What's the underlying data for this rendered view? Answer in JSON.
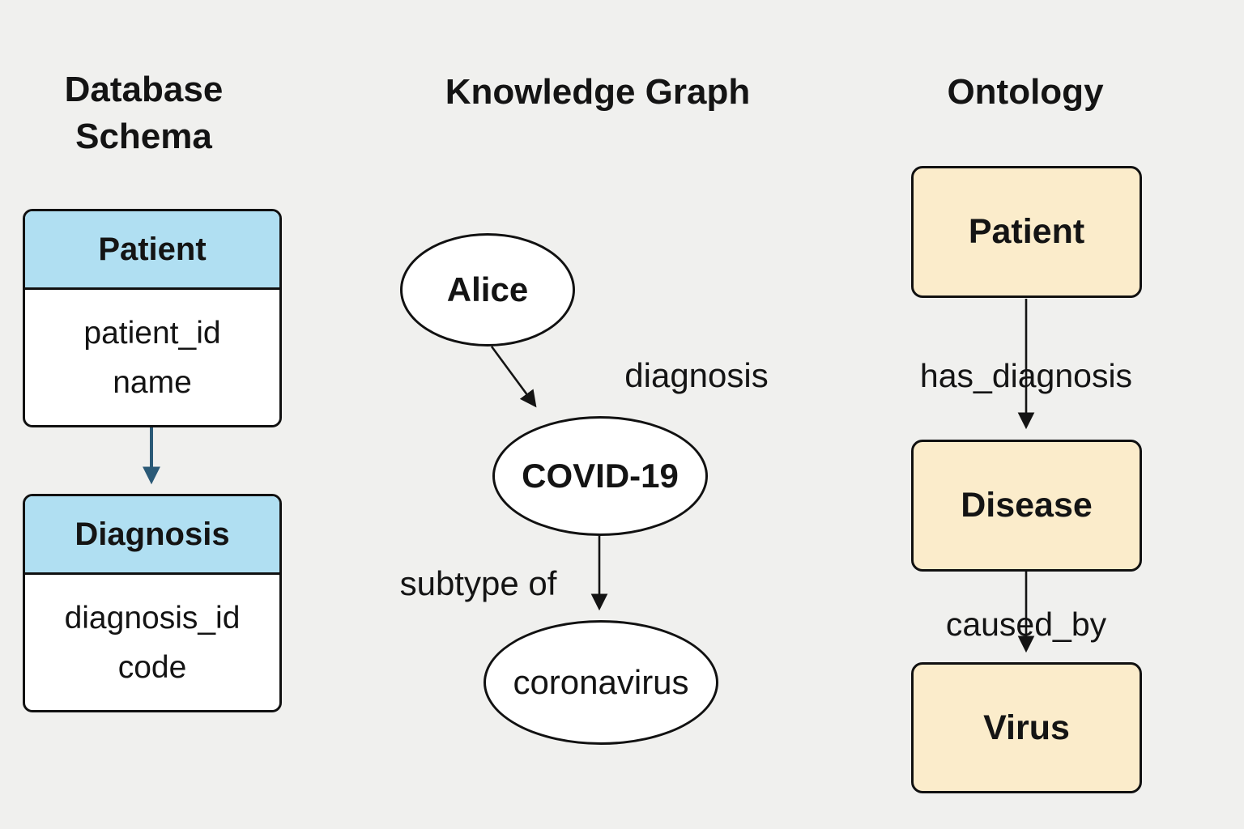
{
  "columns": {
    "database_schema": {
      "title": "Database Schema",
      "tables": [
        {
          "name": "Patient",
          "fields": [
            "patient_id",
            "name"
          ]
        },
        {
          "name": "Diagnosis",
          "fields": [
            "diagnosis_id",
            "code"
          ]
        }
      ]
    },
    "knowledge_graph": {
      "title": "Knowledge Graph",
      "nodes": [
        "Alice",
        "COVID-19",
        "coronavirus"
      ],
      "edge_labels": [
        "diagnosis",
        "subtype of"
      ]
    },
    "ontology": {
      "title": "Ontology",
      "classes": [
        "Patient",
        "Disease",
        "Virus"
      ],
      "edge_labels": [
        "has_diagnosis",
        "caused_by"
      ]
    }
  },
  "colors": {
    "background": "#f0f0ee",
    "table_header": "#b0dff2",
    "ontology_box": "#fbeccb",
    "db_arrow": "#2b5a77",
    "edge": "#141414"
  }
}
